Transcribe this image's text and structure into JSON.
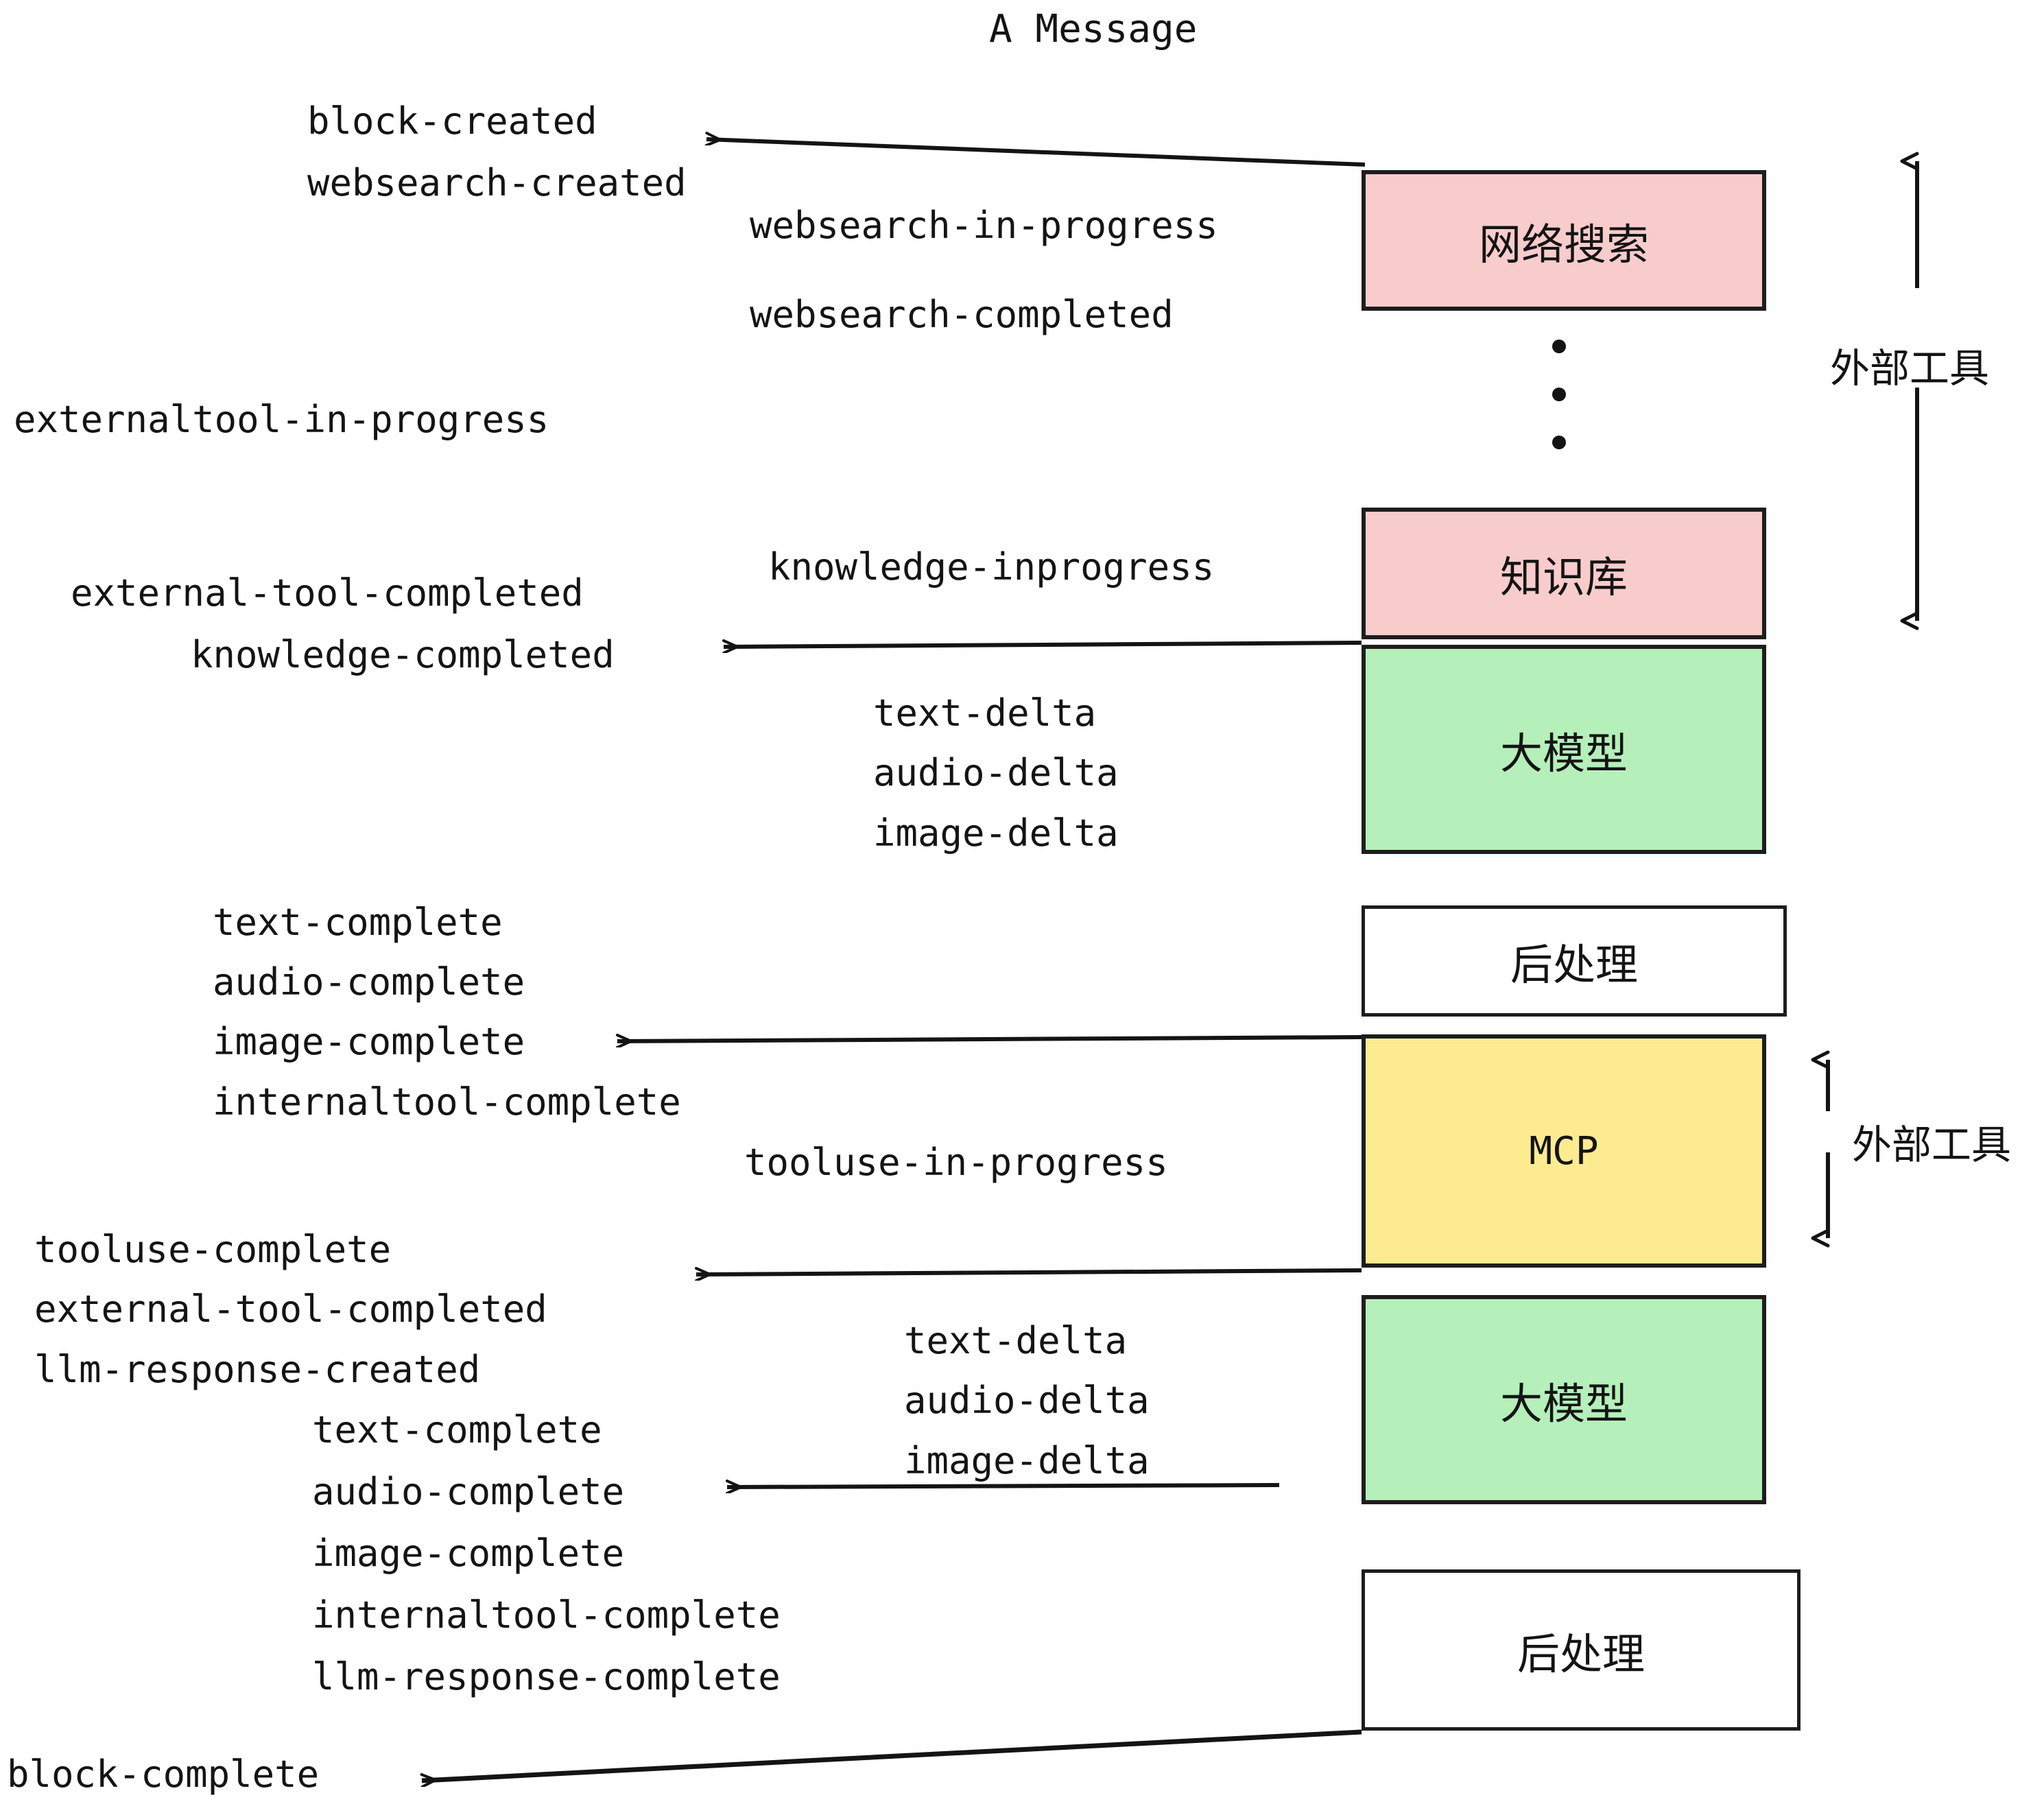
{
  "diagram": {
    "title": "A Message",
    "colors": {
      "pink": "#f9cccc",
      "green": "#b5efba",
      "yellow": "#fdeb91",
      "white": "#ffffff",
      "stroke": "#1d1d1d",
      "text": "#141414"
    }
  },
  "nodes": [
    {
      "id": "websearch",
      "label": "网络搜索",
      "fill": "pink"
    },
    {
      "id": "knowledge",
      "label": "知识库",
      "fill": "pink"
    },
    {
      "id": "llm1",
      "label": "大模型",
      "fill": "green"
    },
    {
      "id": "postprocess1",
      "label": "后处理",
      "fill": "white"
    },
    {
      "id": "mcp",
      "label": "MCP",
      "fill": "yellow"
    },
    {
      "id": "llm2",
      "label": "大模型",
      "fill": "green"
    },
    {
      "id": "postprocess2",
      "label": "后处理",
      "fill": "white"
    }
  ],
  "side_labels": [
    {
      "id": "external-tools-top",
      "label": "外部工具"
    },
    {
      "id": "external-tools-bottom",
      "label": "外部工具"
    }
  ],
  "events": {
    "block_created": "block-created",
    "websearch_created": "websearch-created",
    "websearch_in_progress": "websearch-in-progress",
    "websearch_completed": "websearch-completed",
    "externaltool_in_progress": "externaltool-in-progress",
    "knowledge_inprogress": "knowledge-inprogress",
    "external_tool_completed_1": "external-tool-completed",
    "knowledge_completed": "knowledge-completed",
    "text_delta_1": "text-delta",
    "audio_delta_1": "audio-delta",
    "image_delta_1": "image-delta",
    "text_complete_1": "text-complete",
    "audio_complete_1": "audio-complete",
    "image_complete_1": "image-complete",
    "internaltool_complete_1": "internaltool-complete",
    "tooluse_in_progress": "tooluse-in-progress",
    "tooluse_complete": "tooluse-complete",
    "external_tool_completed_2": "external-tool-completed",
    "llm_response_created": "llm-response-created",
    "text_delta_2": "text-delta",
    "audio_delta_2": "audio-delta",
    "image_delta_2": "image-delta",
    "text_complete_2": "text-complete",
    "audio_complete_2": "audio-complete",
    "image_complete_2": "image-complete",
    "internaltool_complete_2": "internaltool-complete",
    "llm_response_complete": "llm-response-complete",
    "block_complete": "block-complete"
  }
}
